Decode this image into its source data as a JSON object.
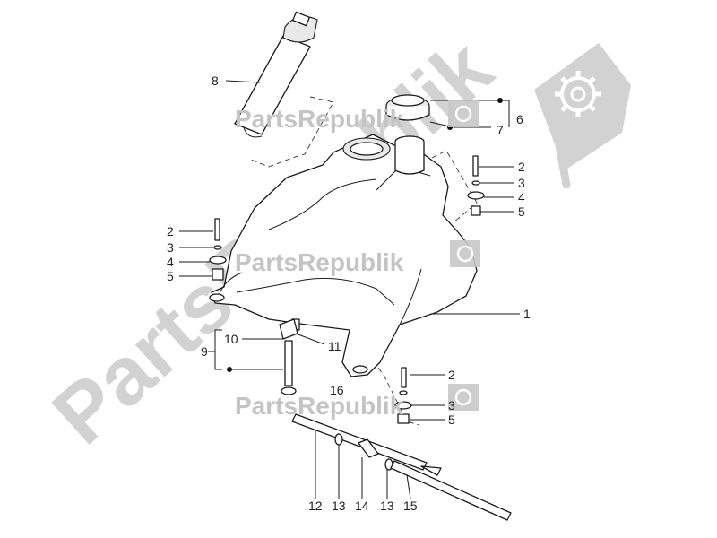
{
  "watermark": {
    "brand": "PartsRepublik",
    "colors": {
      "watermark": "#c4c4c4",
      "ink": "#1a1a1a",
      "background": "#ffffff"
    },
    "icon": "gear-icon"
  },
  "callouts": [
    {
      "id": "c8",
      "text": "8"
    },
    {
      "id": "c6",
      "text": "6"
    },
    {
      "id": "c7",
      "text": "7"
    },
    {
      "id": "c2r",
      "text": "2"
    },
    {
      "id": "c3r",
      "text": "3"
    },
    {
      "id": "c4r",
      "text": "4"
    },
    {
      "id": "c5r",
      "text": "5"
    },
    {
      "id": "c2l",
      "text": "2"
    },
    {
      "id": "c3l",
      "text": "3"
    },
    {
      "id": "c4l",
      "text": "4"
    },
    {
      "id": "c5l",
      "text": "5"
    },
    {
      "id": "c1",
      "text": "1"
    },
    {
      "id": "c10",
      "text": "10"
    },
    {
      "id": "c9",
      "text": "9"
    },
    {
      "id": "c11",
      "text": "11"
    },
    {
      "id": "c16",
      "text": "16"
    },
    {
      "id": "c2b",
      "text": "2"
    },
    {
      "id": "c3b",
      "text": "3"
    },
    {
      "id": "c5b",
      "text": "5"
    },
    {
      "id": "c12",
      "text": "12"
    },
    {
      "id": "c13a",
      "text": "13"
    },
    {
      "id": "c14",
      "text": "14"
    },
    {
      "id": "c13b",
      "text": "13"
    },
    {
      "id": "c15",
      "text": "15"
    }
  ]
}
